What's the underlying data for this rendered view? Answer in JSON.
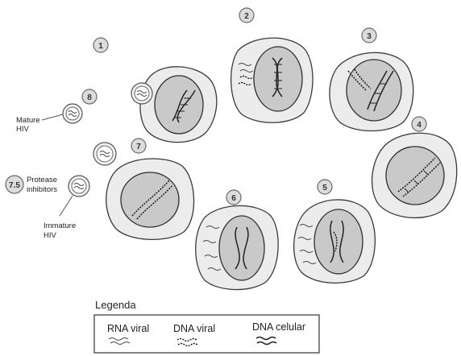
{
  "steps": {
    "s1": "1",
    "s2": "2",
    "s3": "3",
    "s4": "4",
    "s5": "5",
    "s6": "6",
    "s7": "7",
    "s75": "7.5",
    "s8": "8"
  },
  "labels": {
    "mature_1": "Mature",
    "mature_2": "HIV",
    "protease_1": "Protease",
    "protease_2": "inhibitors",
    "immature_1": "Immature",
    "immature_2": "HIV"
  },
  "legend": {
    "title": "Legenda",
    "rna_viral": "RNA viral",
    "dna_viral": "DNA viral",
    "dna_celular": "DNA celular"
  }
}
